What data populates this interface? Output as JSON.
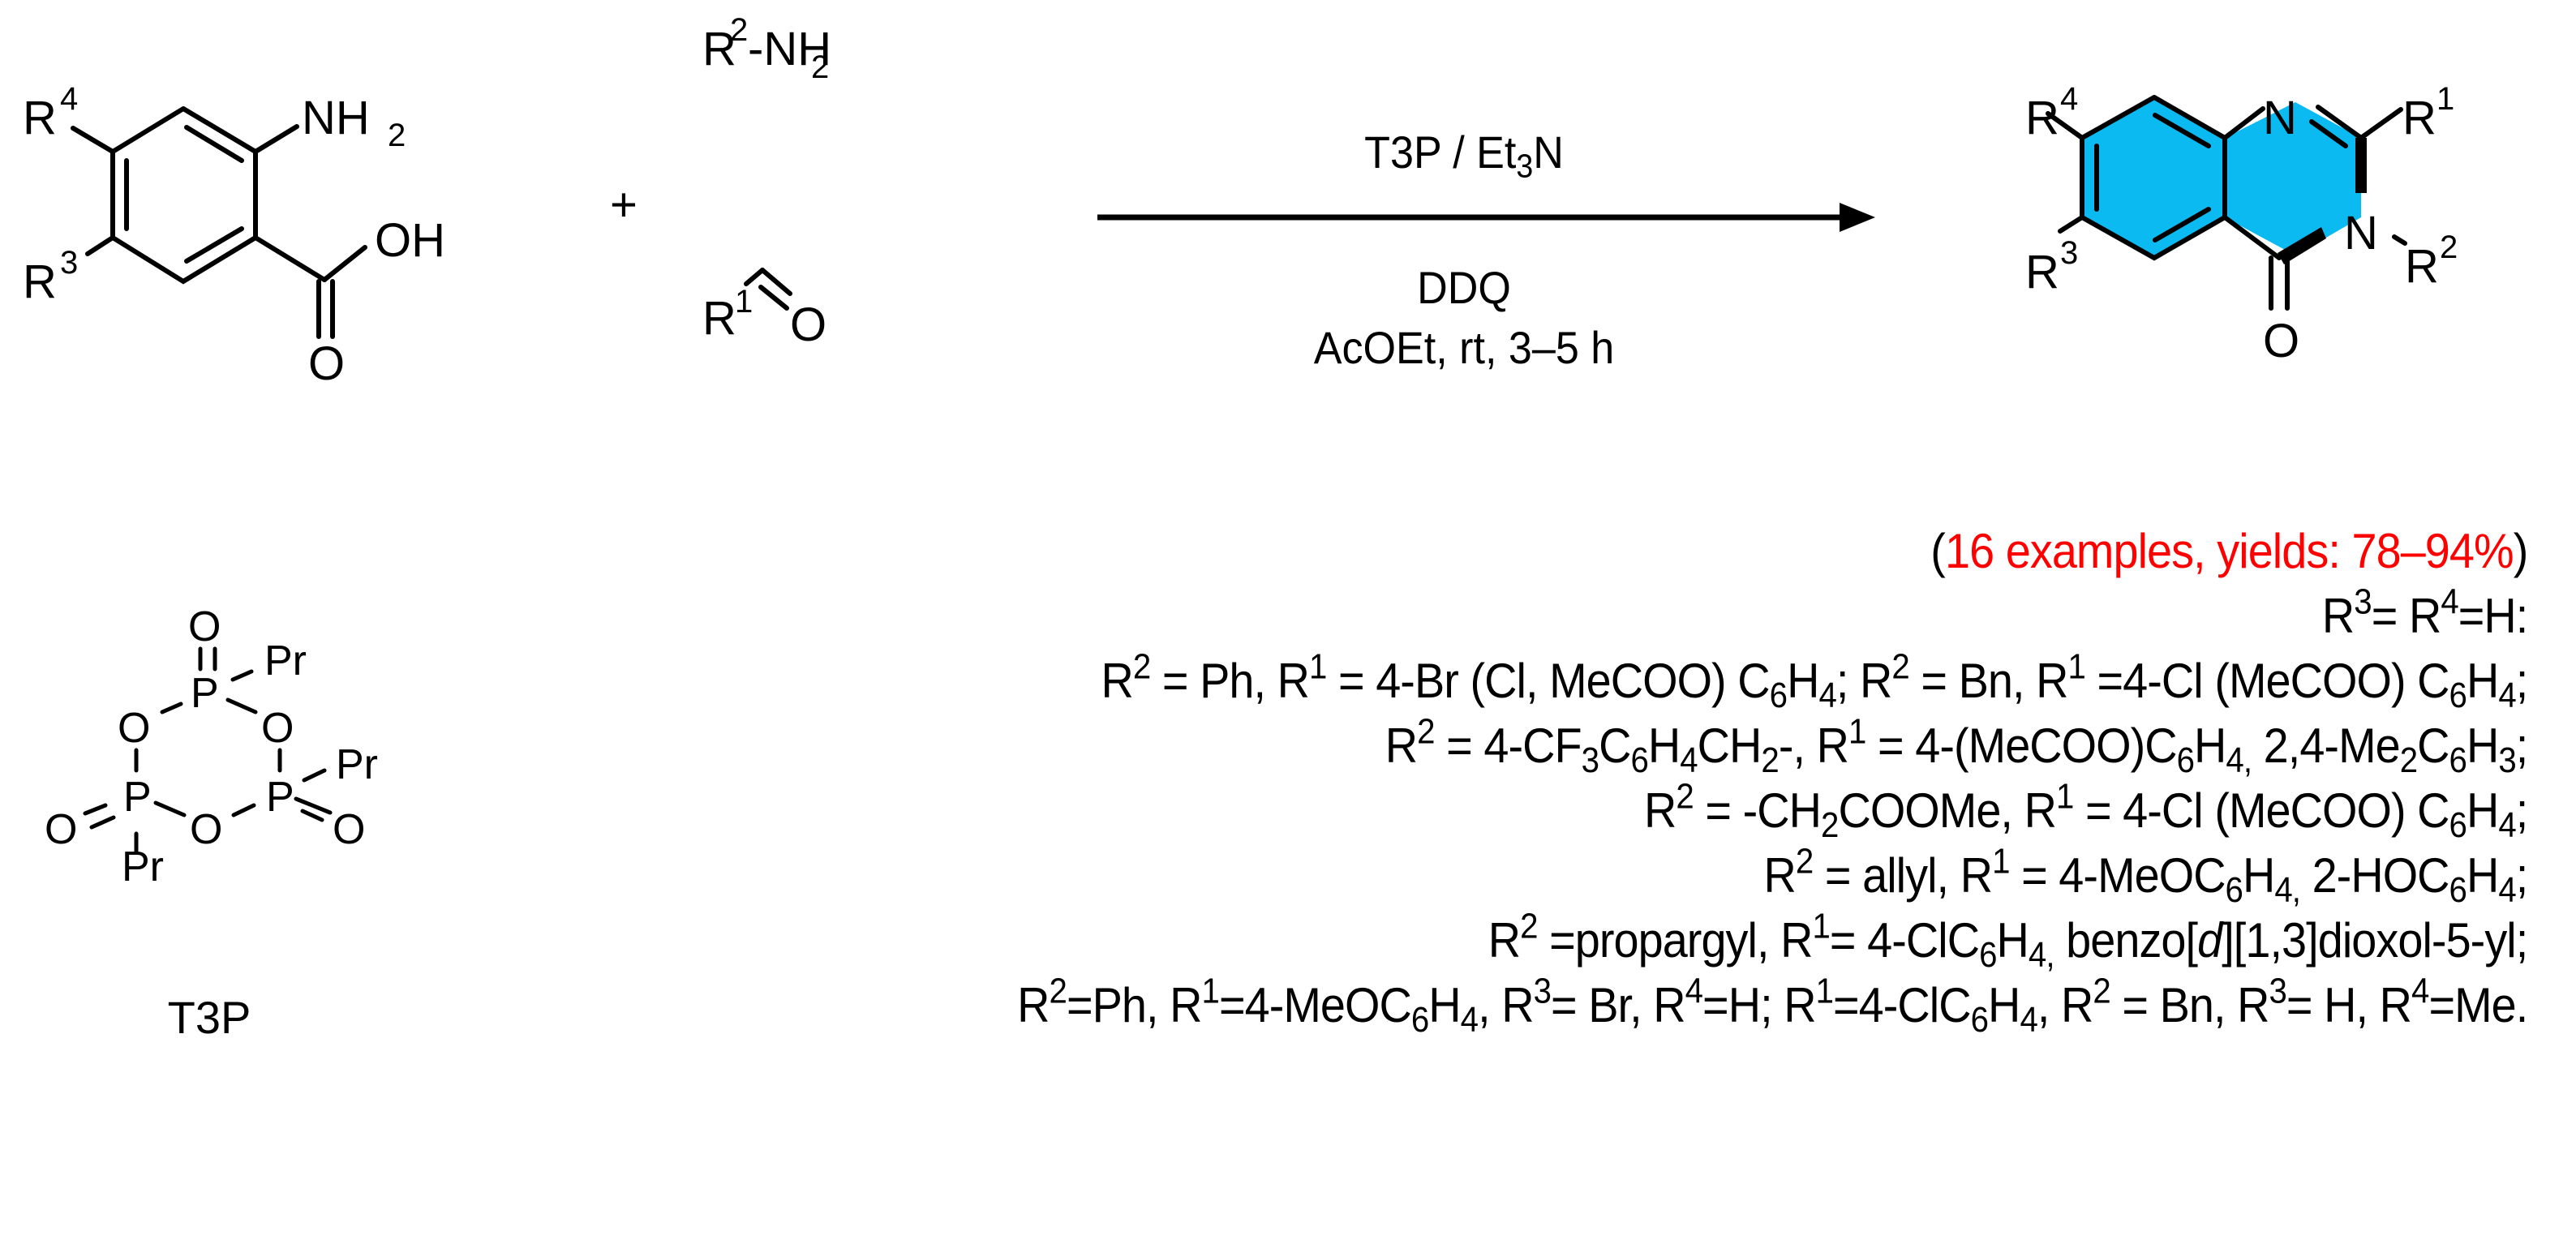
{
  "reactants": {
    "anthranilic_acid": {
      "substituent_top": "R",
      "substituent_top_sup": "4",
      "substituent_bottom": "R",
      "substituent_bottom_sup": "3",
      "amine": "NH",
      "amine_sub": "2",
      "acid_oh": "OH",
      "acid_o": "O"
    },
    "plus": "+",
    "amine": {
      "r": "R",
      "r_sup": "2",
      "rest": "-NH",
      "rest_sub": "2"
    },
    "aldehyde": {
      "r": "R",
      "r_sup": "1",
      "o": "O"
    }
  },
  "conditions": {
    "above_arrow": {
      "pre": "T3P / Et",
      "sub": "3",
      "post": "N"
    },
    "below_arrow_1": "DDQ",
    "below_arrow_2": "AcOEt, rt, 3–5 h"
  },
  "product": {
    "r4": "R",
    "r4_sup": "4",
    "r3": "R",
    "r3_sup": "3",
    "r1": "R",
    "r1_sup": "1",
    "r2": "R",
    "r2_sup": "2",
    "n1": "N",
    "n3": "N",
    "o": "O",
    "highlight_color": "#0abaf0"
  },
  "t3p": {
    "atoms": {
      "p": "P",
      "o": "O",
      "pr": "Pr"
    },
    "label": "T3P"
  },
  "summary": {
    "paren_open": "(",
    "scope": "16 examples, yields: 78–94%",
    "paren_close": ")",
    "scope_color": "#ff0000",
    "condition_header": "R3= R4=H:",
    "lines": [
      "R2 = Ph, R1 = 4-Br (Cl, MeCOO) C6H4; R2 = Bn, R1 =4-Cl (MeCOO) C6H4;",
      "R2 = 4-CF3C6H4CH2-, R1 = 4-(MeCOO)C6H4, 2,4-Me2C6H3;",
      "R2 = -CH2COOMe, R1 = 4-Cl (MeCOO) C6H4;",
      "R2 = allyl, R1 = 4-MeOC6H4, 2-HOC6H4;",
      "R2 =propargyl, R1= 4-ClC6H4, benzo[d][1,3]dioxol-5-yl;",
      "R2=Ph, R1=4-MeOC6H4, R3= Br, R4=H; R1=4-ClC6H4, R2 = Bn, R3= H, R4=Me."
    ]
  }
}
